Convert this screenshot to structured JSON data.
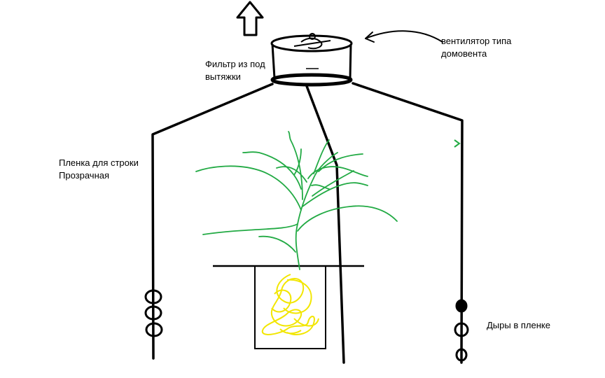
{
  "labels": {
    "fan": [
      "вентилятор типа",
      "домовента"
    ],
    "filter": [
      "Фильтр из под",
      "вытяжки"
    ],
    "film": [
      "Пленка для строки",
      "Прозрачная"
    ],
    "holes": "Дыры в пленке"
  },
  "colors": {
    "ink": "#000000",
    "plant": "#22aa44",
    "roots": "#f2e600",
    "background": "#ffffff"
  },
  "icons": {
    "airflow": "up-arrow-icon",
    "pointer": "curved-arrow-icon"
  }
}
